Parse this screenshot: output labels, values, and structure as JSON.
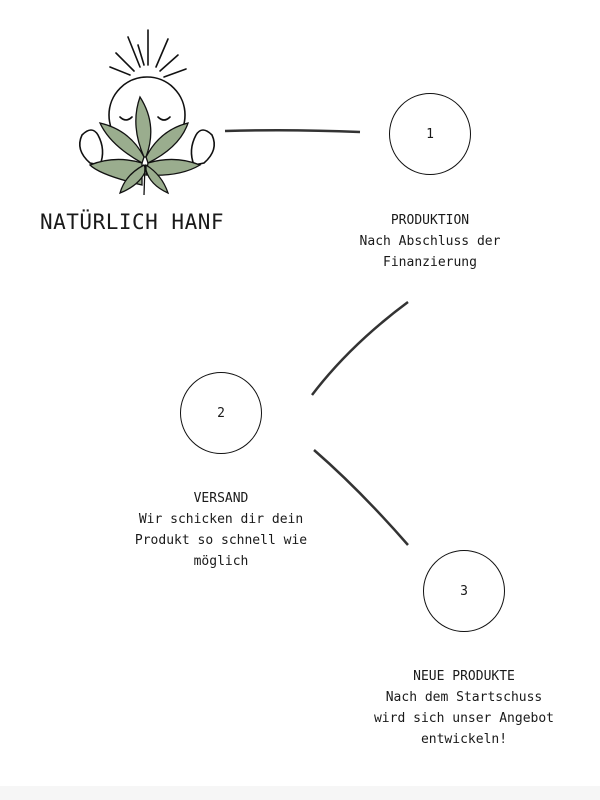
{
  "brand": {
    "name": "NATÜRLICH HANF",
    "logo_icon": "meditating-hemp-logo-icon",
    "leaf_color": "#9aad8e"
  },
  "steps": [
    {
      "number": "1",
      "title": "PRODUKTION",
      "desc_lines": [
        "Nach Abschluss der",
        "Finanzierung"
      ]
    },
    {
      "number": "2",
      "title": "VERSAND",
      "desc_lines": [
        "Wir schicken dir dein",
        "Produkt so schnell wie",
        "möglich"
      ]
    },
    {
      "number": "3",
      "title": "NEUE PRODUKTE",
      "desc_lines": [
        "Nach dem Startschuss",
        "wird sich unser Angebot",
        "entwickeln!"
      ]
    }
  ]
}
